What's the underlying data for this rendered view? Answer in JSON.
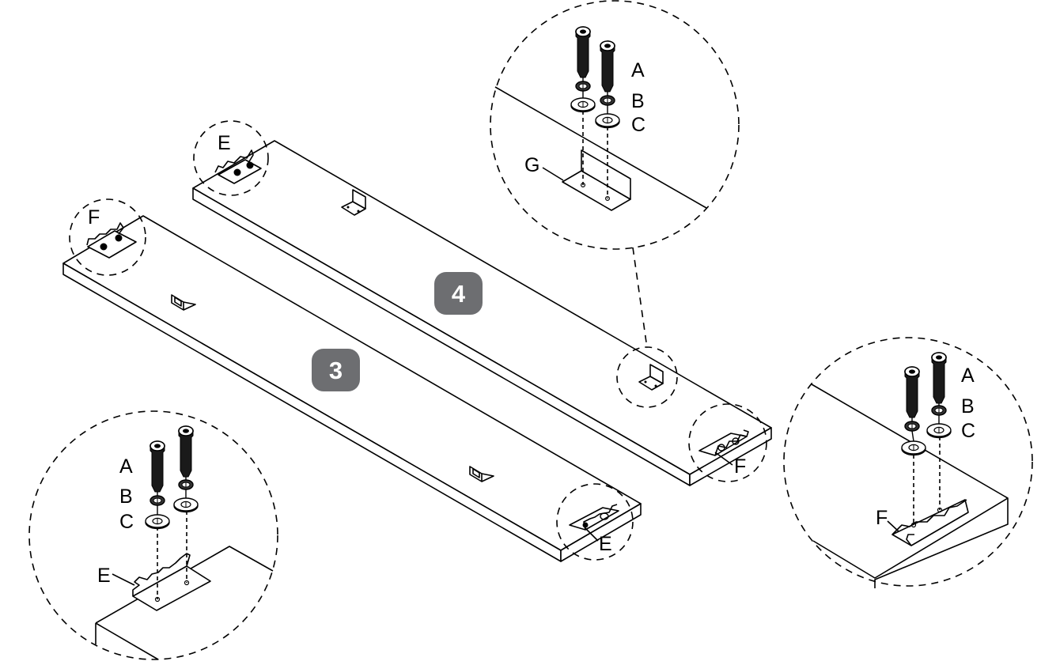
{
  "diagram": {
    "type": "assembly-instruction",
    "parts": {
      "board_3": {
        "badge": "3"
      },
      "board_4": {
        "badge": "4"
      }
    },
    "callouts": {
      "board4_left_end": {
        "label": "E"
      },
      "board3_left_end": {
        "label": "F"
      },
      "board4_right_end": {
        "label": "F"
      },
      "board3_right_end": {
        "label": "E"
      }
    },
    "detail_views": {
      "top_bracket_g": {
        "labels": {
          "screw": "A",
          "lock_washer": "B",
          "flat_washer": "C",
          "bracket": "G"
        }
      },
      "right_plate_f": {
        "labels": {
          "screw": "A",
          "lock_washer": "B",
          "flat_washer": "C",
          "plate": "F"
        }
      },
      "left_plate_e": {
        "labels": {
          "screw": "A",
          "lock_washer": "B",
          "flat_washer": "C",
          "plate": "E"
        }
      }
    },
    "colors": {
      "badge": "#6d6e71",
      "line": "#000000",
      "background": "#ffffff"
    }
  }
}
